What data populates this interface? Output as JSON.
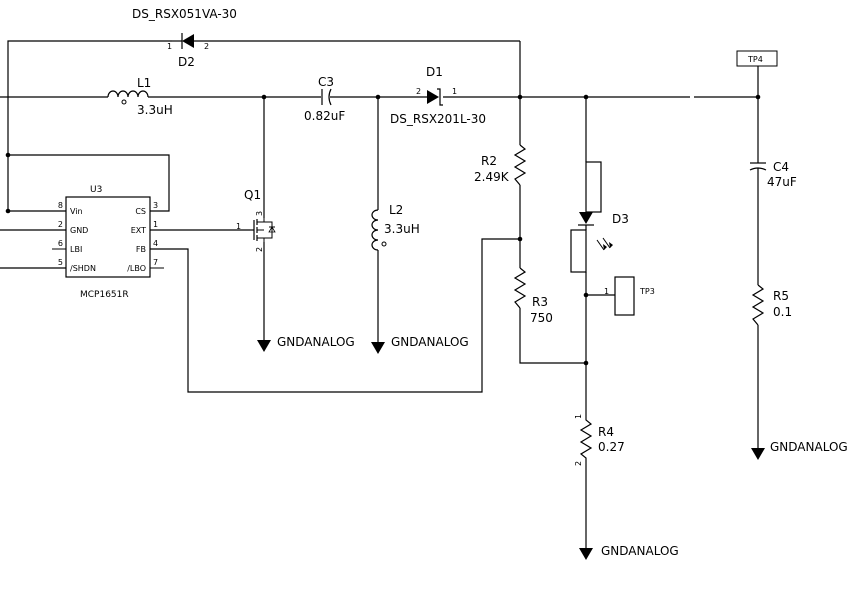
{
  "components": {
    "D2": {
      "ref": "D2",
      "part": "DS_RSX051VA-30",
      "pin1": "1",
      "pin2": "2"
    },
    "D1": {
      "ref": "D1",
      "part": "DS_RSX201L-30",
      "pin1": "1",
      "pin2": "2"
    },
    "L1": {
      "ref": "L1",
      "value": "3.3uH"
    },
    "L2": {
      "ref": "L2",
      "value": "3.3uH"
    },
    "C3": {
      "ref": "C3",
      "value": "0.82uF"
    },
    "C4": {
      "ref": "C4",
      "value": "47uF"
    },
    "R2": {
      "ref": "R2",
      "value": "2.49K"
    },
    "R3": {
      "ref": "R3",
      "value": "750"
    },
    "R4": {
      "ref": "R4",
      "value": "0.27",
      "pin1": "1",
      "pin2": "2"
    },
    "R5": {
      "ref": "R5",
      "value": "0.1"
    },
    "D3": {
      "ref": "D3"
    },
    "Q1": {
      "ref": "Q1",
      "pin1": "1",
      "pin2": "2",
      "pin3": "3"
    },
    "TP3": {
      "ref": "TP3",
      "pin": "1"
    },
    "TP4": {
      "ref": "TP4"
    },
    "U3": {
      "ref": "U3",
      "part": "MCP1651R",
      "left_pins": [
        {
          "num": "8",
          "name": "Vin"
        },
        {
          "num": "2",
          "name": "GND"
        },
        {
          "num": "6",
          "name": "LBI"
        },
        {
          "num": "5",
          "name": "/SHDN"
        }
      ],
      "right_pins": [
        {
          "num": "3",
          "name": "CS"
        },
        {
          "num": "1",
          "name": "EXT"
        },
        {
          "num": "4",
          "name": "FB"
        },
        {
          "num": "7",
          "name": "/LBO"
        }
      ]
    }
  },
  "ground": {
    "label": "GNDANALOG"
  }
}
